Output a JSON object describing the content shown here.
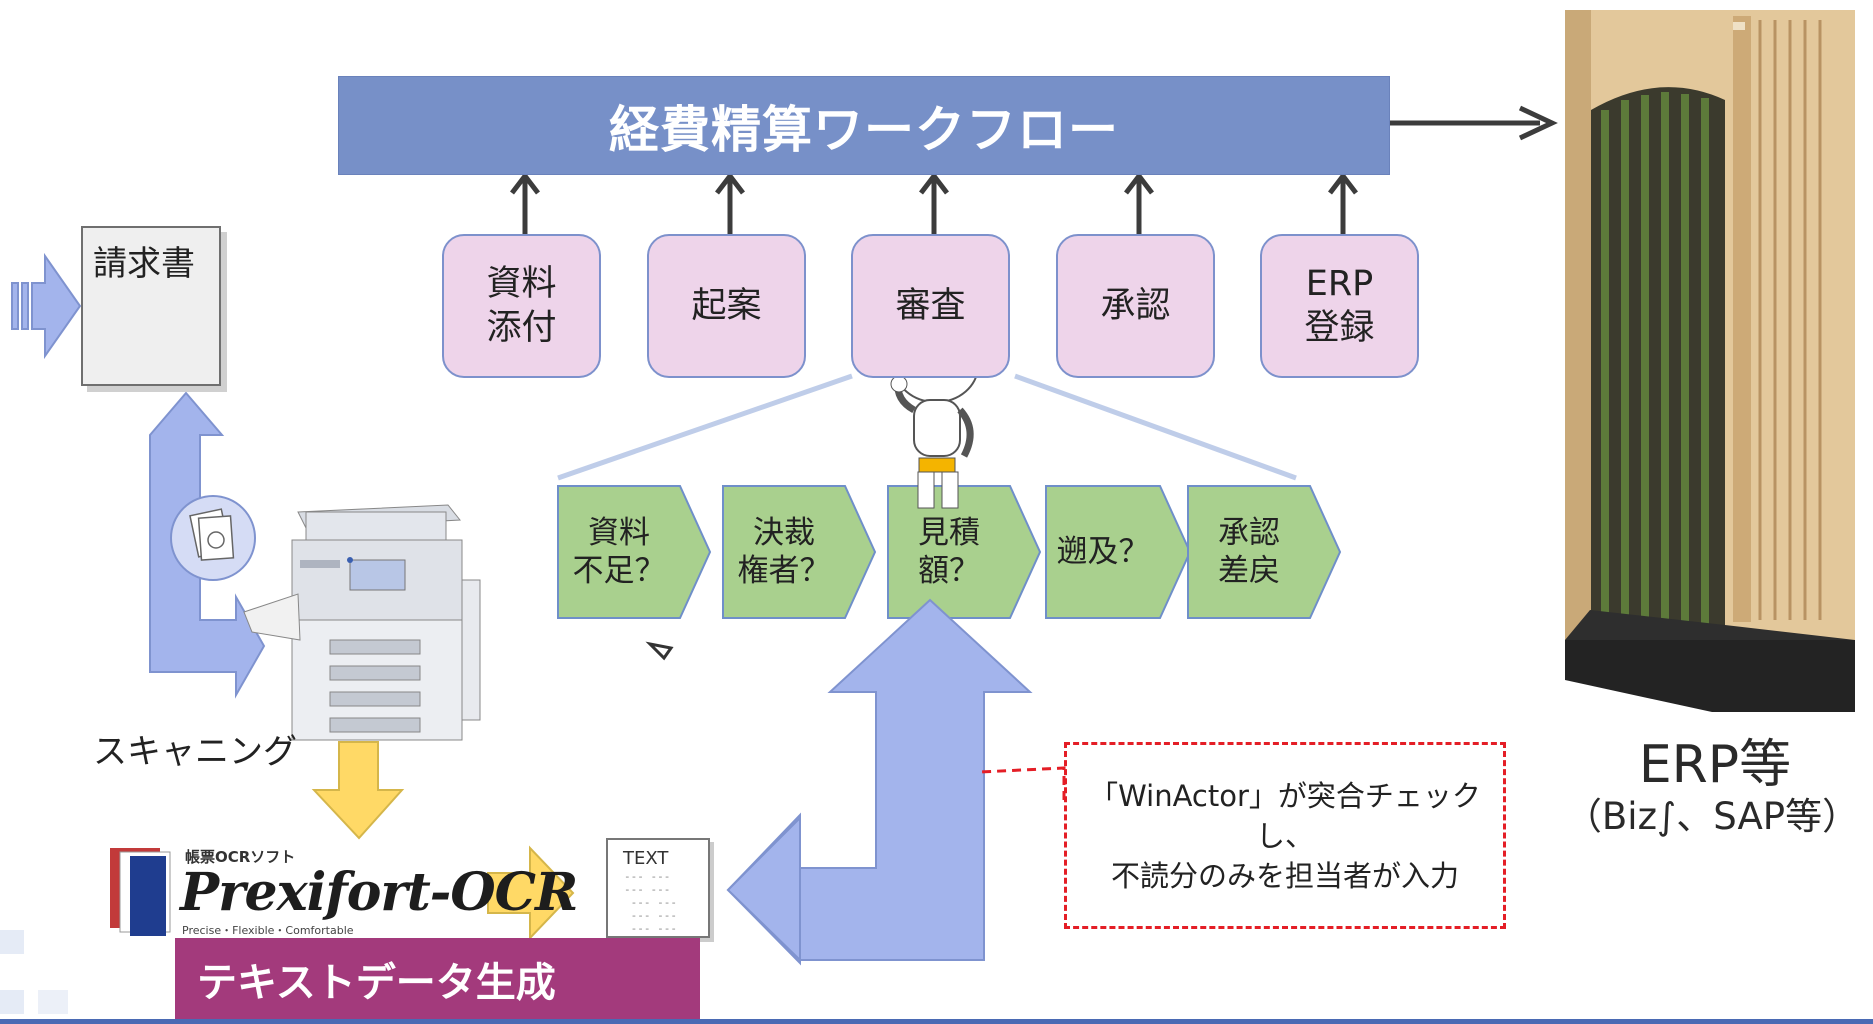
{
  "workflow": {
    "title": "経費精算ワークフロー",
    "steps": [
      "資料\n添付",
      "起案",
      "審査",
      "承認",
      "ERP\n登録"
    ]
  },
  "checks": [
    "資料\n不足？",
    "決裁\n権者？",
    "見積\n額？",
    "遡及？",
    "承認\n差戻"
  ],
  "left": {
    "document_label": "請求書",
    "scan_label": "スキャニング"
  },
  "ocr": {
    "small_label": "帳票OCRソフト",
    "product_name": "Prexifort-OCR",
    "tagline": "Precise・Flexible・Comfortable"
  },
  "text_doc": {
    "label": "TEXT",
    "lines": "--- ---\n--- ---\n --- ---\n --- ---\n --- ---"
  },
  "text_generation_label": "テキストデータ生成",
  "callout": "「WinActor」が突合チェックし、\n不読分のみを担当者が入力",
  "erp": {
    "label": "ERP等",
    "sub": "（Biz∫、SAP等）"
  },
  "colors": {
    "banner": "#7790c8",
    "step_fill": "#eed4ea",
    "check_fill": "#a9d08e",
    "blue_arrow": "#a3b4ec",
    "yellow_arrow": "#ffd966",
    "text_gen": "#a33a7c",
    "callout_border": "#e41e26"
  }
}
